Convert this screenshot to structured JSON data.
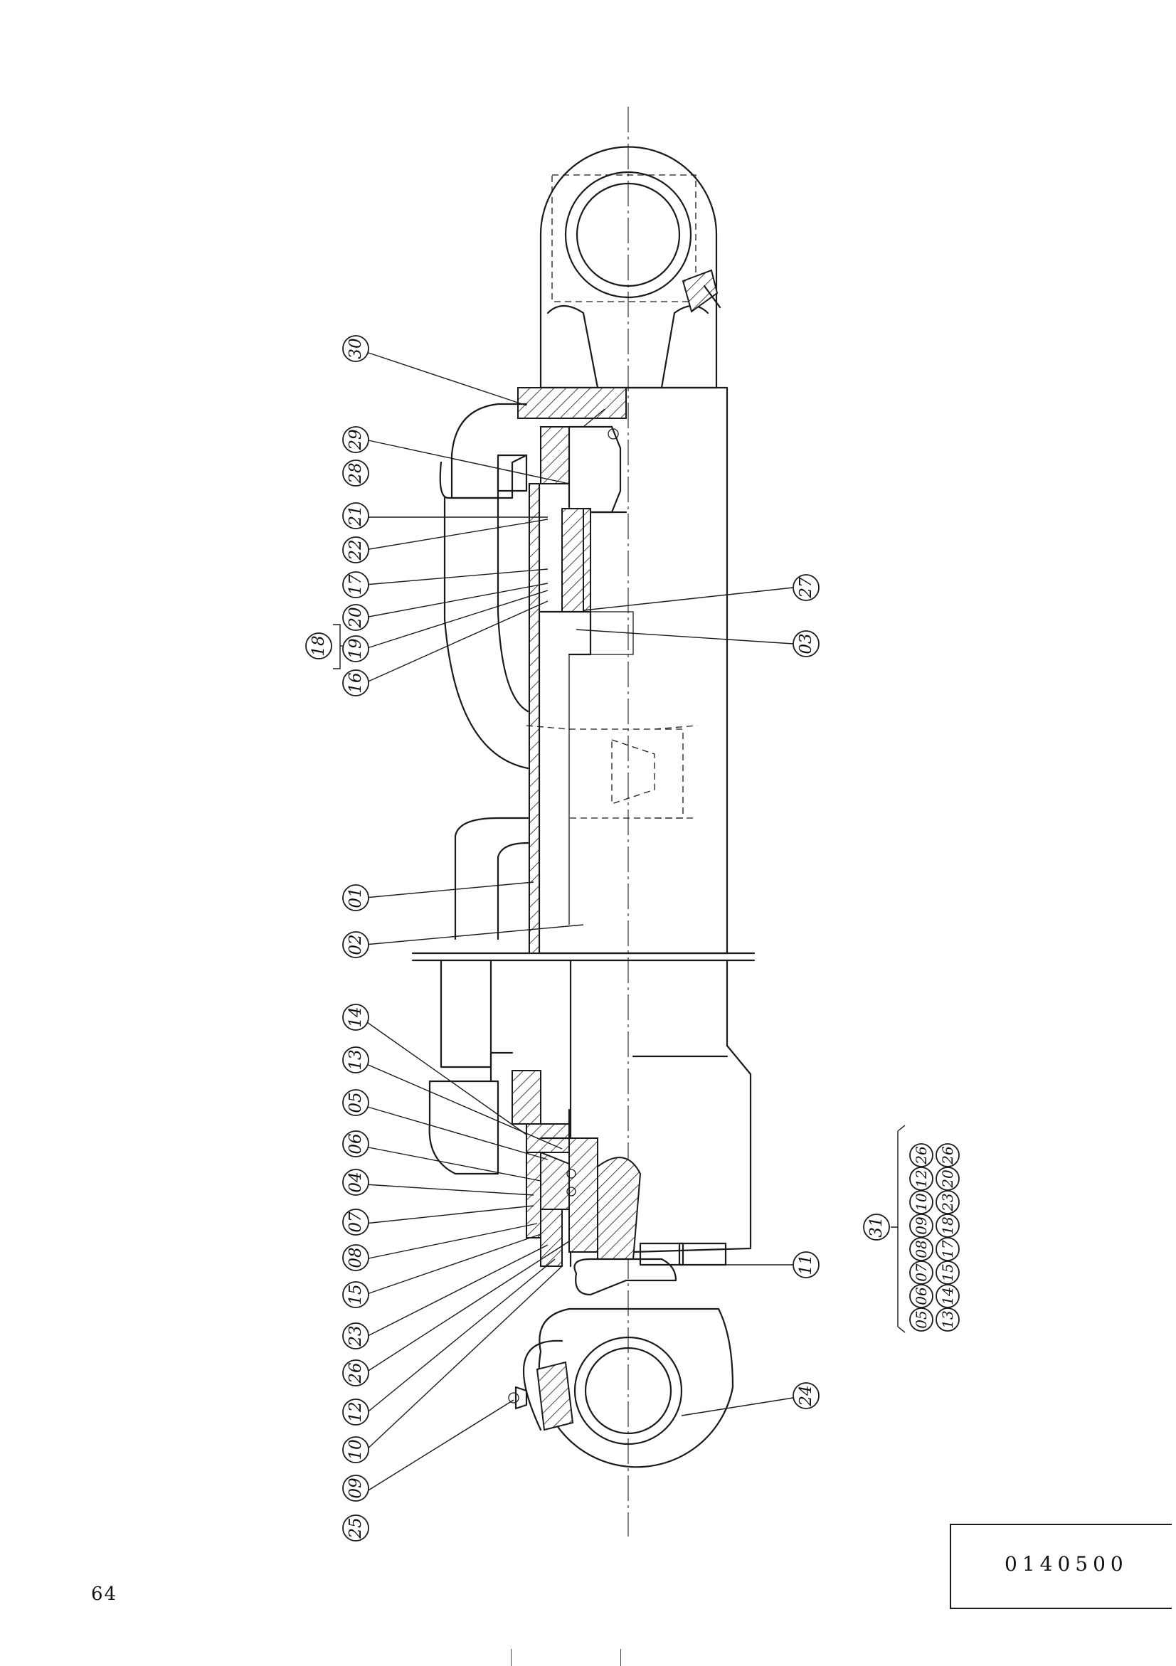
{
  "page": {
    "page_number": "64",
    "document_code": "0140500"
  },
  "callouts": [
    "30",
    "29",
    "28",
    "21",
    "22",
    "17",
    "20",
    "19",
    "16",
    "18",
    "27",
    "03",
    "01",
    "02",
    "14",
    "13",
    "05",
    "06",
    "04",
    "07",
    "08",
    "15",
    "23",
    "26",
    "12",
    "10",
    "09",
    "25",
    "24",
    "11",
    "31"
  ],
  "kit_31": {
    "label": "31",
    "rows": [
      [
        "05",
        "06",
        "07",
        "08",
        "09",
        "10",
        "12",
        "26"
      ],
      [
        "13",
        "14",
        "15",
        "17",
        "18",
        "23",
        "20",
        "26"
      ]
    ]
  },
  "colors": {
    "ink": "#1a1a1a",
    "paper": "#ffffff"
  }
}
